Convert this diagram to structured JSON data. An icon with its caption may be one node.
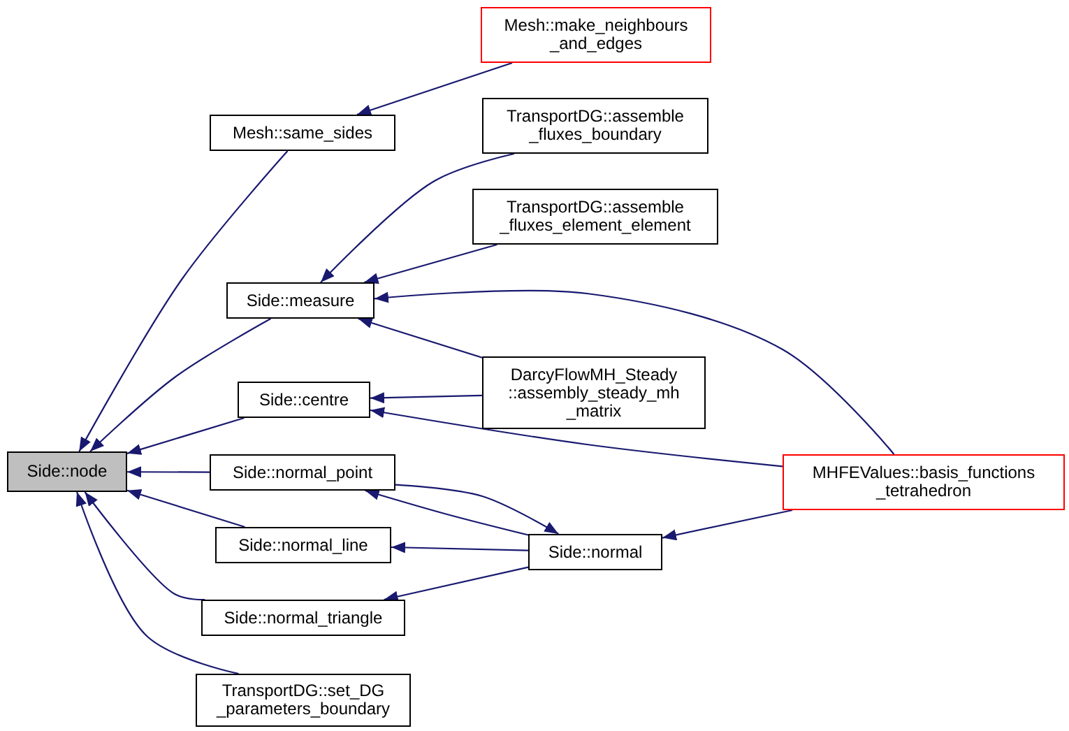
{
  "diagram": {
    "nodes": [
      {
        "text": [
          "Side::node"
        ]
      },
      {
        "text": [
          "Mesh::same_sides"
        ]
      },
      {
        "text": [
          "Side::measure"
        ]
      },
      {
        "text": [
          "Side::centre"
        ]
      },
      {
        "text": [
          "Side::normal_point"
        ]
      },
      {
        "text": [
          "Side::normal_line"
        ]
      },
      {
        "text": [
          "Side::normal_triangle"
        ]
      },
      {
        "text": [
          "TransportDG::set_DG _parameters_boundary"
        ]
      },
      {
        "text": [
          "Mesh::make_neighbours _and_edges"
        ]
      },
      {
        "text": [
          "TransportDG::assemble _fluxes_boundary"
        ]
      },
      {
        "text": [
          "TransportDG::assemble _fluxes_element_element"
        ]
      },
      {
        "text": [
          "DarcyFlowMH_Steady ::assembly_steady_mh _matrix"
        ]
      },
      {
        "text": [
          "Side::normal"
        ]
      },
      {
        "text": [
          "MHFEValues::basis_functions _tetrahedron"
        ]
      }
    ],
    "edges": [
      {
        "from": 1,
        "to": 0,
        "arrow": "to"
      },
      {
        "from": 2,
        "to": 0,
        "arrow": "to"
      },
      {
        "from": 3,
        "to": 0,
        "arrow": "to"
      },
      {
        "from": 4,
        "to": 0,
        "arrow": "to"
      },
      {
        "from": 5,
        "to": 0,
        "arrow": "to"
      },
      {
        "from": 6,
        "to": 0,
        "arrow": "to"
      },
      {
        "from": 7,
        "to": 0,
        "arrow": "to"
      },
      {
        "from": 8,
        "to": 1,
        "arrow": "to"
      },
      {
        "from": 9,
        "to": 2,
        "arrow": "to"
      },
      {
        "from": 10,
        "to": 2,
        "arrow": "to"
      },
      {
        "from": 11,
        "to": 2,
        "arrow": "to"
      },
      {
        "from": 13,
        "to": 2,
        "arrow": "to"
      },
      {
        "from": 11,
        "to": 3,
        "arrow": "to"
      },
      {
        "from": 13,
        "to": 3,
        "arrow": "to"
      },
      {
        "from": 12,
        "to": 4,
        "arrow": "to"
      },
      {
        "from": 4,
        "to": 12,
        "arrow": "to"
      },
      {
        "from": 12,
        "to": 5,
        "arrow": "to"
      },
      {
        "from": 12,
        "to": 6,
        "arrow": "to"
      },
      {
        "from": 13,
        "to": 12,
        "arrow": "to"
      }
    ]
  }
}
